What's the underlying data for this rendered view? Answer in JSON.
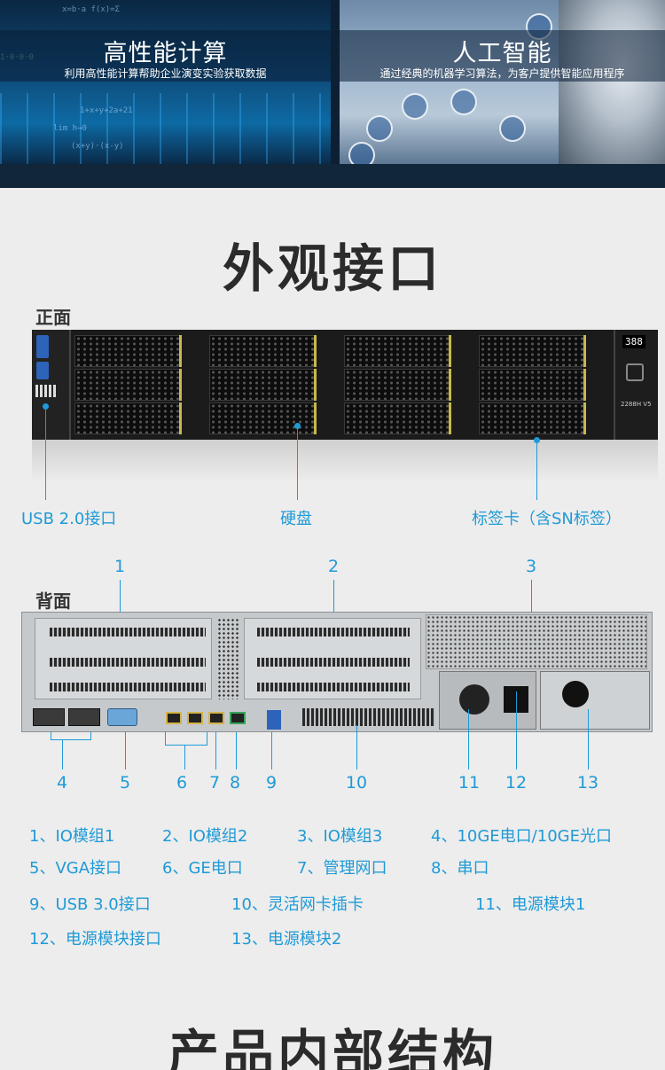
{
  "banner": {
    "left": {
      "title": "高性能计算",
      "subtitle": "利用高性能计算帮助企业演变实验获取数据"
    },
    "right": {
      "title": "人工智能",
      "subtitle": "通过经典的机器学习算法，为客户提供智能应用程序"
    }
  },
  "section1": {
    "title": "外观接口"
  },
  "front": {
    "label": "正面",
    "callouts": {
      "usb": "USB 2.0接口",
      "hdd": "硬盘",
      "tag": "标签卡（含SN标签）"
    },
    "panel_display": "388",
    "model": "2288H V5"
  },
  "back": {
    "label": "背面",
    "top_numbers": [
      "1",
      "2",
      "3"
    ],
    "bottom_numbers": [
      "4",
      "5",
      "6",
      "7",
      "8",
      "9",
      "10",
      "11",
      "12",
      "13"
    ]
  },
  "legend": [
    "1、IO模组1",
    "2、IO模组2",
    "3、IO模组3",
    "4、10GE电口/10GE光口",
    "5、VGA接口",
    "6、GE电口",
    "7、管理网口",
    "8、串口",
    "9、USB 3.0接口",
    "10、灵活网卡插卡",
    "11、电源模块1",
    "12、电源模块接口",
    "13、电源模块2"
  ],
  "section2": {
    "title": "产品内部结构"
  },
  "colors": {
    "accent": "#1f9ad6",
    "heading": "#2b2b2b",
    "background": "#ededed"
  }
}
